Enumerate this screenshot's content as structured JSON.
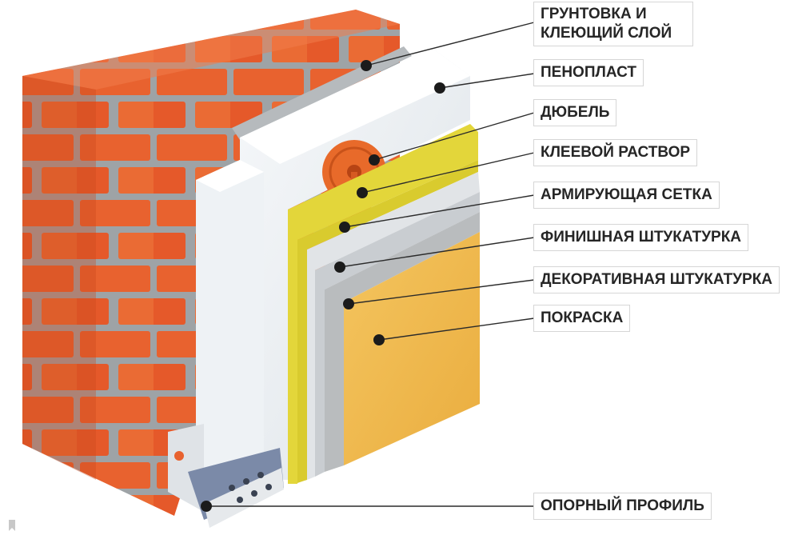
{
  "labels": {
    "primer": "ГРУНТОВКА И КЛЕЮЩИЙ СЛОЙ",
    "foam": "ПЕНОПЛАСТ",
    "dowel": "ДЮБЕЛЬ",
    "glue": "КЛЕЕВОЙ РАСТВОР",
    "mesh": "АРМИРУЮЩАЯ СЕТКА",
    "finish": "ФИНИШНАЯ ШТУКАТУРКА",
    "decor": "ДЕКОРАТИВНАЯ ШТУКАТУРКА",
    "paint": "ПОКРАСКА",
    "profile": "ОПОРНЫЙ ПРОФИЛЬ"
  },
  "colors": {
    "brick": "#e8622f",
    "mortar": "#9ea3a6",
    "foam": "#e9eef2",
    "dowel": "#e86a2a",
    "mesh": "#e3d63a",
    "finish": "#c9cdd1",
    "decor": "#b9bcbe",
    "paint": "#f0bc50",
    "profile": "#d4d8dc"
  },
  "icons": [
    "bookmark-icon"
  ]
}
